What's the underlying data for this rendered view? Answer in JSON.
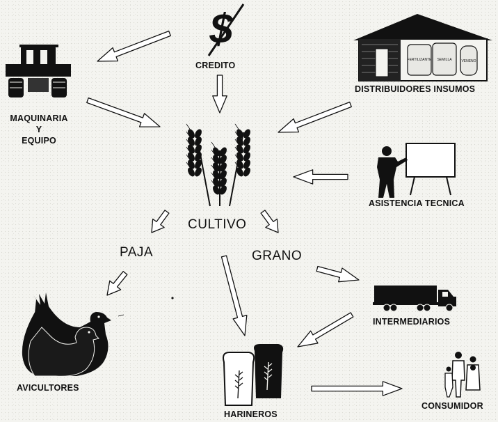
{
  "nodes": {
    "credito": "CREDITO",
    "distribuidores": "DISTRIBUIDORES INSUMOS",
    "maquinaria": [
      "MAQUINARIA",
      "Y",
      "EQUIPO"
    ],
    "asistencia": "ASISTENCIA TECNICA",
    "cultivo": "CULTIVO",
    "paja": "PAJA",
    "grano": "GRANO",
    "intermediarios": "INTERMEDIARIOS",
    "avicultores": "AVICULTORES",
    "harineros": "HARINEROS",
    "consumidor": "CONSUMIDOR"
  },
  "sacks": [
    "FERTILIZANTE",
    "SEMILLA",
    "VENENO"
  ],
  "dollar_sign": "$"
}
